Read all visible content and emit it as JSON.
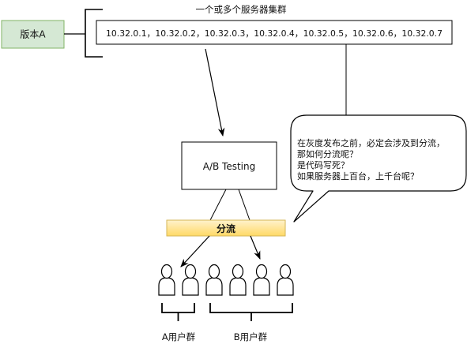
{
  "version_box": {
    "label": "版本A",
    "fill": "#d5e8d4",
    "stroke": "#82b366"
  },
  "cluster": {
    "title": "一个或多个服务器集群",
    "ips_text": "10.32.0.1，10.32.0.2，10.32.0.3，10.32.0.4，10.32.0.5，10.32.0.6，10.32.0.7"
  },
  "ab_box": {
    "label": "A/B Testing"
  },
  "split_bar": {
    "label": "分流",
    "fill_top": "#fff2cc",
    "fill_bottom": "#ffd966",
    "stroke": "#d6b656"
  },
  "callout": {
    "lines": [
      "在灰度发布之前，必定会涉及到分流，",
      "那如何分流呢？",
      "是代码写死？",
      "如果服务器上百台，上千台呢？"
    ]
  },
  "user_groups": {
    "a_label": "A用户群",
    "b_label": "B用户群",
    "a_count": 2,
    "b_count": 4
  }
}
